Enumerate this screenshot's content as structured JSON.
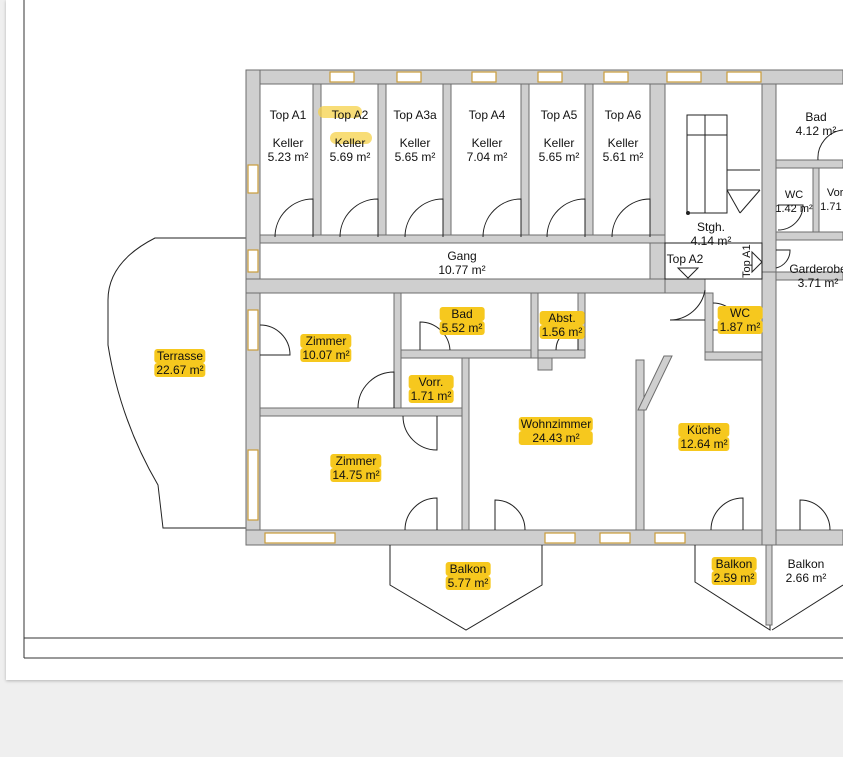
{
  "colors": {
    "highlight": "#f6c81e",
    "wall": "#cfcfcf",
    "wall_stroke": "#6d6d6d",
    "window": "#e0b04a",
    "background": "#efefef",
    "sheet": "#ffffff"
  },
  "cellars": [
    {
      "top": "Top A1",
      "name": "Keller",
      "area": "5.23 m²"
    },
    {
      "top": "Top A2",
      "name": "Keller",
      "area": "5.69 m²"
    },
    {
      "top": "Top A3a",
      "name": "Keller",
      "area": "5.65 m²"
    },
    {
      "top": "Top A4",
      "name": "Keller",
      "area": "7.04 m²"
    },
    {
      "top": "Top A5",
      "name": "Keller",
      "area": "5.65 m²"
    },
    {
      "top": "Top A6",
      "name": "Keller",
      "area": "5.61 m²"
    }
  ],
  "rooms": {
    "gang": {
      "name": "Gang",
      "area": "10.77 m²"
    },
    "stgh": {
      "name": "Stgh.",
      "area": "4.14 m²"
    },
    "bad_top": {
      "name": "Bad",
      "area": "4.12 m²"
    },
    "wc_top": {
      "name": "WC",
      "area": "1.42 m²"
    },
    "vorr_top": {
      "name": "Vorr",
      "area": "1.71 m"
    },
    "garderobe": {
      "name": "Garderobe",
      "area": "3.71 m²"
    },
    "top_a2": {
      "name": "Top A2"
    },
    "top_a1": {
      "name": "Top A1"
    },
    "terrasse": {
      "name": "Terrasse",
      "area": "22.67 m²"
    },
    "zimmer1": {
      "name": "Zimmer",
      "area": "10.07 m²"
    },
    "bad": {
      "name": "Bad",
      "area": "5.52 m²"
    },
    "abst": {
      "name": "Abst.",
      "area": "1.56 m²"
    },
    "wc": {
      "name": "WC",
      "area": "1.87 m²"
    },
    "vorr": {
      "name": "Vorr.",
      "area": "1.71 m²"
    },
    "zimmer2": {
      "name": "Zimmer",
      "area": "14.75 m²"
    },
    "wohnzimmer": {
      "name": "Wohnzimmer",
      "area": "24.43 m²"
    },
    "kueche": {
      "name": "Küche",
      "area": "12.64 m²"
    },
    "balkon1": {
      "name": "Balkon",
      "area": "5.77 m²"
    },
    "balkon2": {
      "name": "Balkon",
      "area": "2.59 m²"
    },
    "balkon3": {
      "name": "Balkon",
      "area": "2.66 m²"
    }
  }
}
